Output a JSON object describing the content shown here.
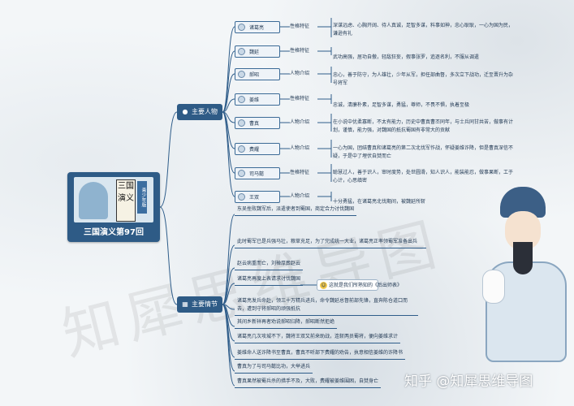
{
  "watermark": "知犀思维导图",
  "root": {
    "title": "三国演义第97回",
    "cover_title": "三国演义",
    "cover_tag": "青少年版"
  },
  "branches": {
    "characters": "主要人物",
    "plot": "主要情节"
  },
  "characters": [
    {
      "name": "诸葛亮",
      "trait": "性格特征",
      "desc": "深谋远虑、心胸开阔、待人真诚，足智多谋，料事如神，忠心耿耿，一心为国为民，谦逊有礼"
    },
    {
      "name": "魏延",
      "trait": "性格特征",
      "desc": "武功高强，居功自傲，轻敌狂妄，假事张罗，追逐名利，不服从调遣"
    },
    {
      "name": "郝昭",
      "trait": "人物介绍",
      "desc": "忠心，善于防守，为人雄壮，少年从军，担任部曲督，多次立下战功，迁至晋升为杂号将军"
    },
    {
      "name": "姜维",
      "trait": "性格特征",
      "desc": "忠诚，清廉朴素，足智多谋，勇猛，尊师，不畏不惧，执着至极"
    },
    {
      "name": "曹真",
      "trait": "人物介绍",
      "desc": "在小说中优柔寡断，不太有能力，历史中曹真曹丕同年，与士兵同甘共苦，做事有计划，谨慎，能力强，对魏国的抵抗蜀国有非常大的贡献"
    },
    {
      "name": "费耀",
      "trait": "人物介绍",
      "desc": "一心为国，团结曹真和诸葛亮的第二次北伐军作战，怀疑姜维诈降，但是曹真深信不疑，于是中了埋伏自焚而亡"
    },
    {
      "name": "司马懿",
      "trait": "性格特征",
      "desc": "聪慧过人，善于识人，审时度势，处世圆滑，知人识人，能装能忍，做事果断，工于心计，心思缜密"
    },
    {
      "name": "王双",
      "trait": "人物介绍",
      "desc": "十分勇猛，在诸葛亮北伐期间，被魏延所斩"
    }
  ],
  "plot": [
    "东吴挫败魏军后，派遣使者到蜀国，商定合力讨伐魏国",
    "此时蜀军已是兵强马壮，粮草充足，为了完成统一大业，诸葛亮正率领蜀军准备出兵",
    "赵云病重而亡，刘禅厚葬赵云",
    "诸葛亮再度上表请求讨伐魏国",
    "诸葛亮发兵命赴，领三十万精兵进兵，命令魏延总督前部先锋，直奔陈仓道口而去，遭到守将郝昭的顽强抵抗",
    "其间乡新祥再者劝说郝昭归降，郝昭断然拒绝",
    "诸葛亮几次攻城不下，魏将王双又前来助战，连斩两员蜀将，便向姜维求计",
    "姜维命人送诈降书至曹真，曹真不听部下费耀的劝告，执意相信姜维的诈降书",
    "曹真为了与司马懿比功，大举进兵",
    "曹真果然被蜀兵杀的措手不及，大败，费耀被姜维围困，自焚身亡"
  ],
  "note": "这就是我们所熟知的《后出师表》",
  "brand": "知乎 @知犀思维导图"
}
